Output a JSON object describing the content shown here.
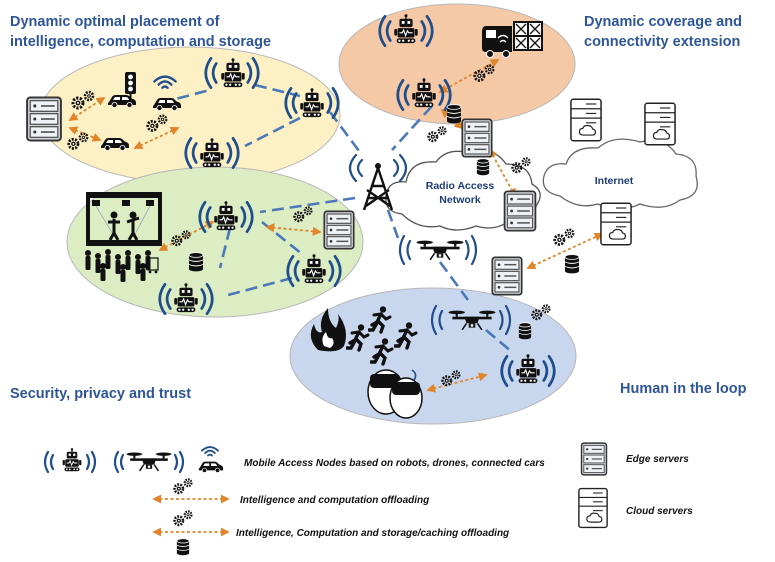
{
  "headings": {
    "placement_line1": "Dynamic optimal placement of",
    "placement_line2": "intelligence, computation and storage",
    "coverage_line1": "Dynamic coverage and",
    "coverage_line2": "connectivity extension",
    "security": "Security, privacy and trust",
    "human": "Human in the loop"
  },
  "network": {
    "ran_line1": "Radio Access",
    "ran_line2": "Network",
    "internet": "Internet"
  },
  "legend": {
    "mobile_nodes": "Mobile Access Nodes based on robots, drones, connected cars",
    "offload_compute": "Intelligence and computation offloading",
    "offload_storage": "Intelligence, Computation and storage/caching offloading",
    "edge_servers": "Edge servers",
    "cloud_servers": "Cloud servers"
  },
  "colors": {
    "heading": "#2e5597",
    "zone_placement": "#fdf0c4",
    "zone_coverage": "#f6c9a6",
    "zone_security": "#dcedc4",
    "zone_human": "#c9d7ee",
    "link_blue": "#4a78b8",
    "offload_orange": "#e0852a"
  },
  "icons": [
    "robot-icon",
    "drone-icon",
    "car-icon",
    "edge-server-icon",
    "cloud-server-icon",
    "gear-icon",
    "database-icon",
    "cell-tower-icon",
    "traffic-light-icon",
    "truck-icon",
    "crowd-icon",
    "fire-icon",
    "running-people-icon",
    "vr-headset-icon"
  ]
}
